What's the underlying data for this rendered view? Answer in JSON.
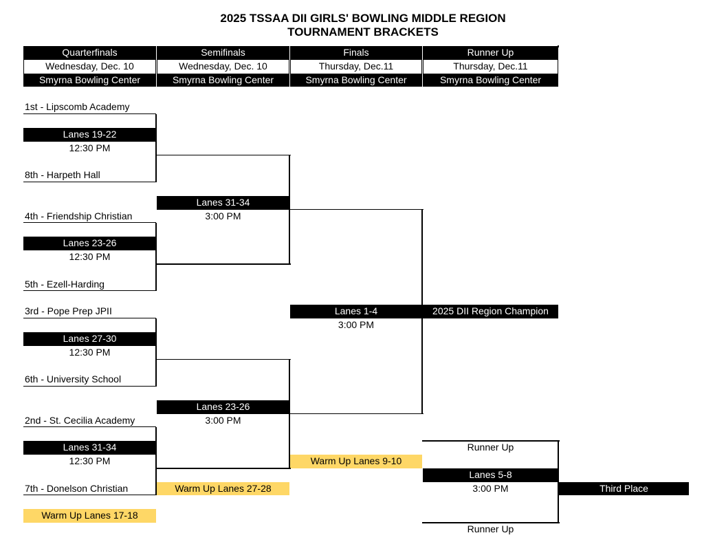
{
  "title": {
    "line1": "2025 TSSAA DII GIRLS' BOWLING MIDDLE REGION",
    "line2": "TOURNAMENT BRACKETS"
  },
  "columns": [
    {
      "round": "Quarterfinals",
      "date": "Wednesday, Dec. 10",
      "venue": "Smyrna Bowling Center"
    },
    {
      "round": "Semifinals",
      "date": "Wednesday, Dec. 10",
      "venue": "Smyrna Bowling Center"
    },
    {
      "round": "Finals",
      "date": "Thursday, Dec.11",
      "venue": "Smyrna Bowling Center"
    },
    {
      "round": "Runner Up",
      "date": "Thursday, Dec.11",
      "venue": "Smyrna Bowling Center"
    }
  ],
  "quarterfinals": [
    {
      "top": "1st - Lipscomb Academy",
      "lanes": "Lanes 19-22",
      "time": "12:30 PM",
      "bottom": "8th - Harpeth Hall"
    },
    {
      "top": "4th - Friendship Christian",
      "lanes": "Lanes 23-26",
      "time": "12:30 PM",
      "bottom": "5th - Ezell-Harding"
    },
    {
      "top": "3rd - Pope Prep JPII",
      "lanes": "Lanes 27-30",
      "time": "12:30 PM",
      "bottom": "6th - University School"
    },
    {
      "top": "2nd - St. Cecilia Academy",
      "lanes": "Lanes 31-34",
      "time": "12:30 PM",
      "bottom": "7th - Donelson Christian"
    }
  ],
  "semifinals": [
    {
      "lanes": "Lanes 31-34",
      "time": "3:00 PM"
    },
    {
      "lanes": "Lanes 23-26",
      "time": "3:00 PM"
    }
  ],
  "finals": {
    "lanes": "Lanes 1-4",
    "time": "3:00 PM",
    "champion": "2025 DII Region Champion"
  },
  "runner_up": {
    "top": "Runner Up",
    "lanes": "Lanes 5-8",
    "time": "3:00 PM",
    "bottom": "Runner Up",
    "result": "Third Place"
  },
  "warmups": {
    "qf": "Warm Up Lanes 17-18",
    "sf": "Warm Up Lanes 27-28",
    "f": "Warm Up Lanes 9-10"
  }
}
